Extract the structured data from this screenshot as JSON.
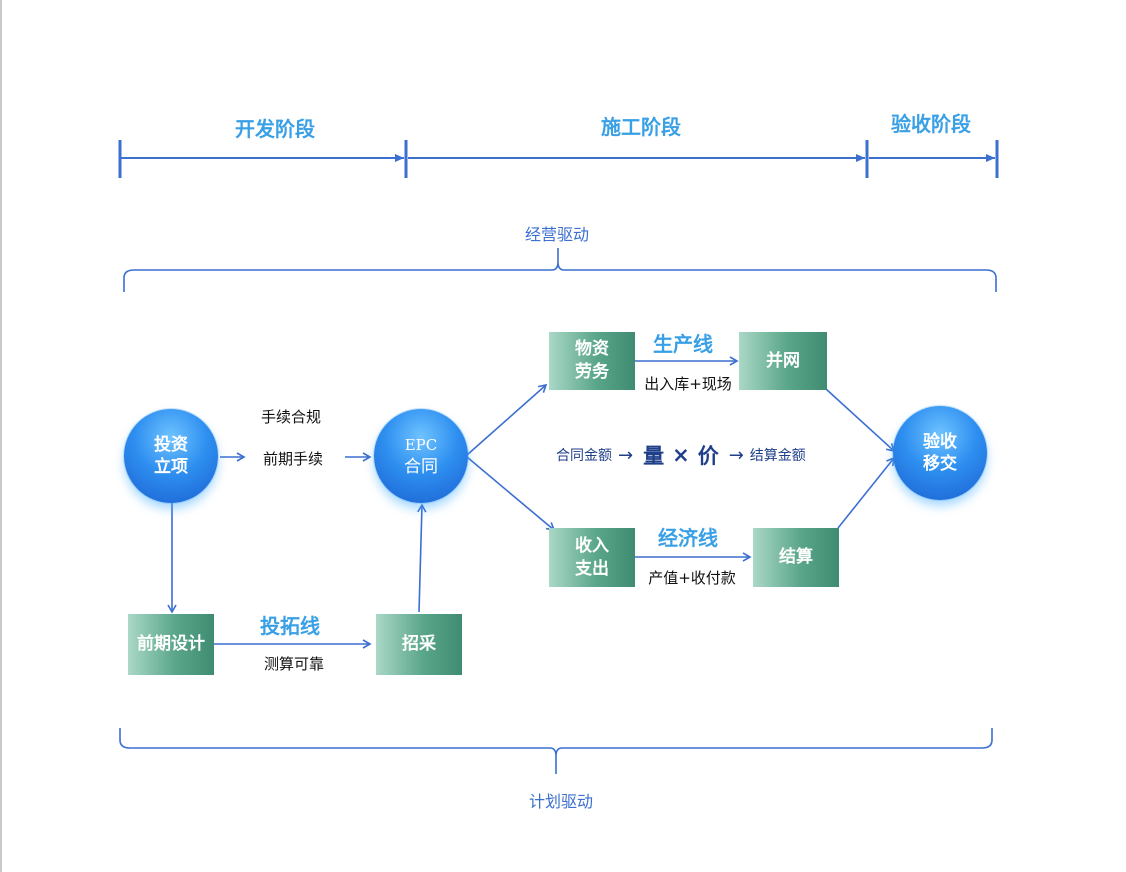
{
  "colors": {
    "phase_text": "#3aa0e6",
    "line": "#3b6fd0",
    "circle": "#2e8ff0",
    "box": "#5aa68a"
  },
  "phases": [
    {
      "label": "开发阶段"
    },
    {
      "label": "施工阶段"
    },
    {
      "label": "验收阶段"
    }
  ],
  "drives": {
    "top": "经营驱动",
    "bottom": "计划驱动"
  },
  "nodes": {
    "invest": [
      "投资",
      "立项"
    ],
    "epc": [
      "EPC",
      "合同"
    ],
    "accept": [
      "验收",
      "移交"
    ],
    "design": [
      "前期设计"
    ],
    "bid": [
      "招采"
    ],
    "material": [
      "物资",
      "劳务"
    ],
    "grid": [
      "并网"
    ],
    "income": [
      "收入",
      "支出"
    ],
    "settle": [
      "结算"
    ]
  },
  "labels": {
    "compliance": "手续合规",
    "pre_proc": "前期手续",
    "expand_line": "投拓线",
    "measure": "测算可靠",
    "prod_line": "生产线",
    "warehouse": "出入库+现场",
    "econ_line": "经济线",
    "output": "产值+收付款"
  },
  "formula": {
    "contract_amount": "合同金额",
    "arrow1": "→",
    "qty": "量",
    "times": "×",
    "price": "价",
    "arrow2": "→",
    "settle_amount": "结算金额"
  }
}
